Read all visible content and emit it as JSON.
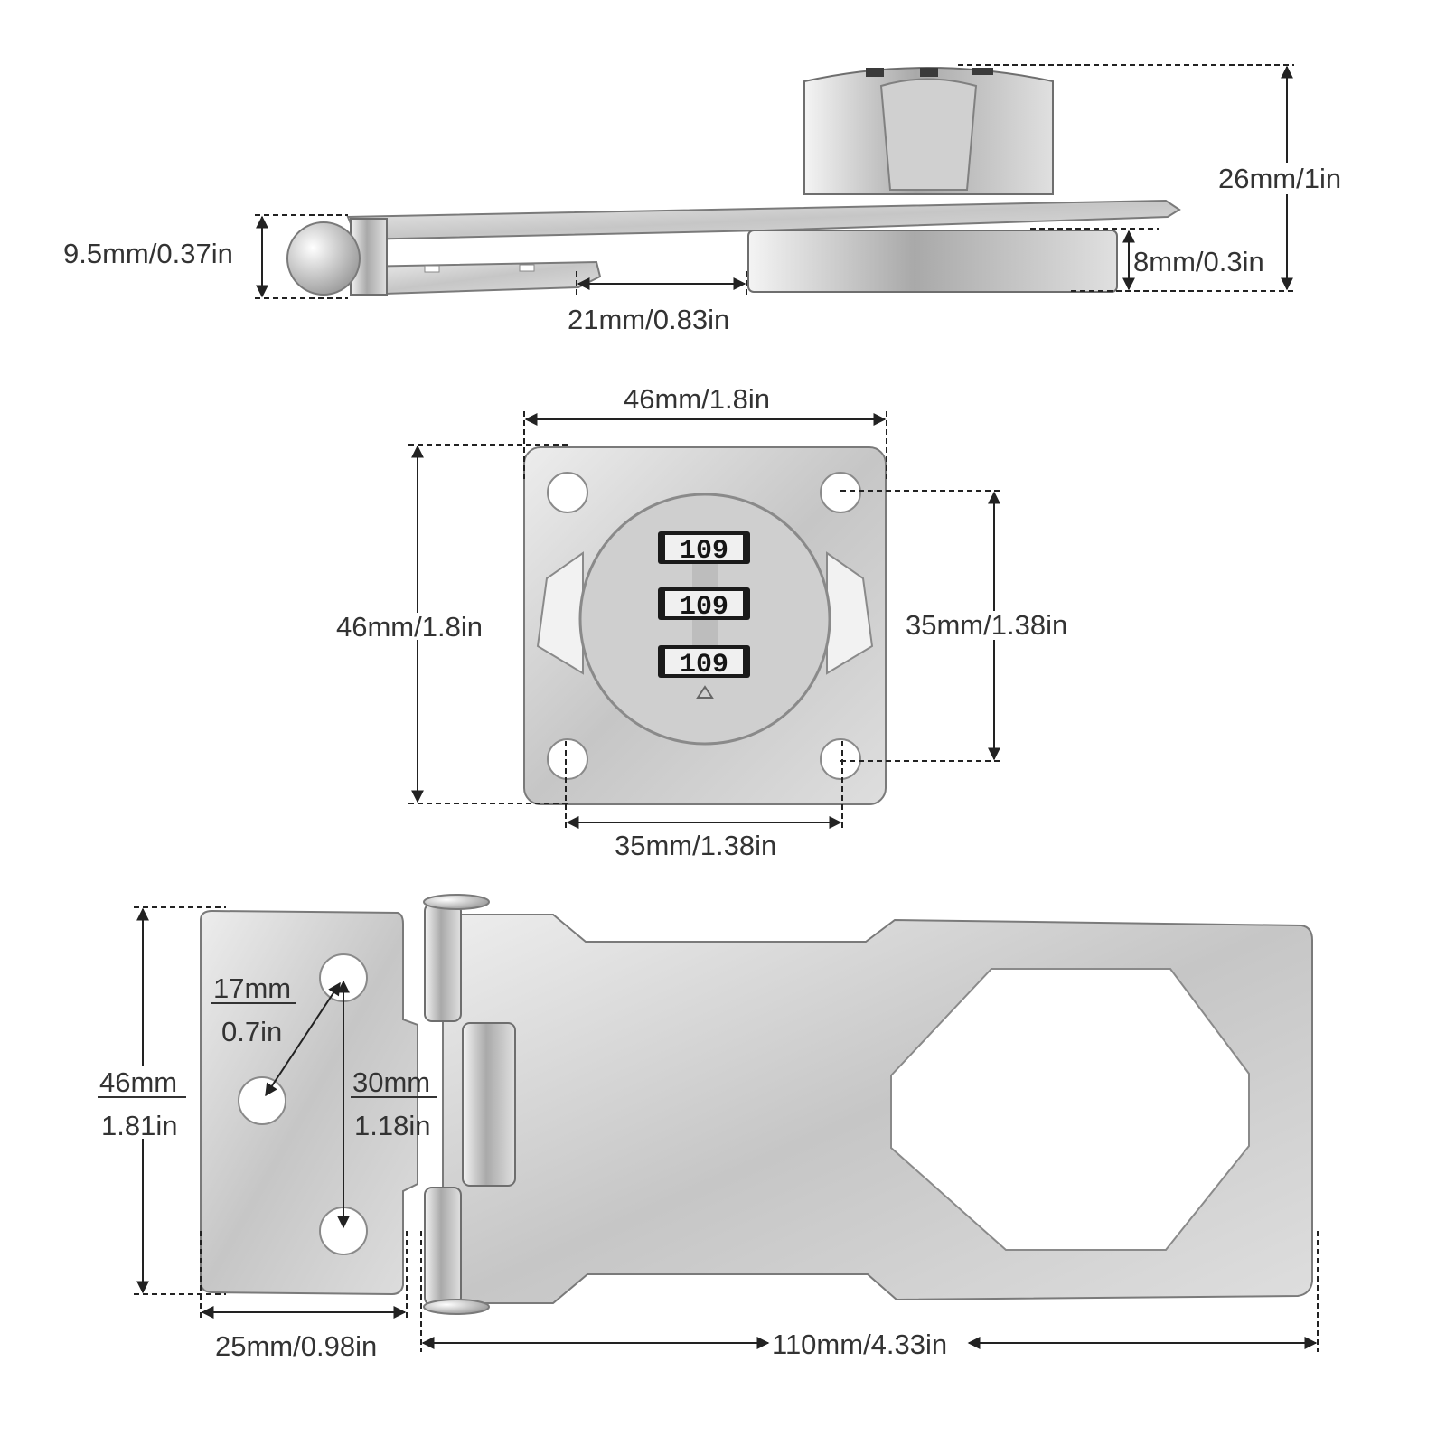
{
  "dimensions": {
    "side_knuckle_height": "9.5mm/0.37in",
    "side_total_height": "26mm/1in",
    "side_base_height": "8mm/0.3in",
    "side_gap": "21mm/0.83in",
    "front_width": "46mm/1.8in",
    "front_height": "46mm/1.8in",
    "front_hole_vertical": "35mm/1.38in",
    "front_hole_horizontal": "35mm/1.38in",
    "hasp_height_mm": "46mm",
    "hasp_height_in": "1.81in",
    "hasp_diag_mm": "17mm",
    "hasp_diag_in": "0.7in",
    "hasp_holes_mm": "30mm",
    "hasp_holes_in": "1.18in",
    "hasp_plate_width": "25mm/0.98in",
    "hasp_length": "110mm/4.33in"
  },
  "dials": [
    "109",
    "109",
    "109"
  ],
  "colors": {
    "metal_light": "#e8e8e8",
    "metal_mid": "#bdbdbd",
    "metal_dark": "#9a9a9a",
    "dimension_ink": "#222222"
  }
}
